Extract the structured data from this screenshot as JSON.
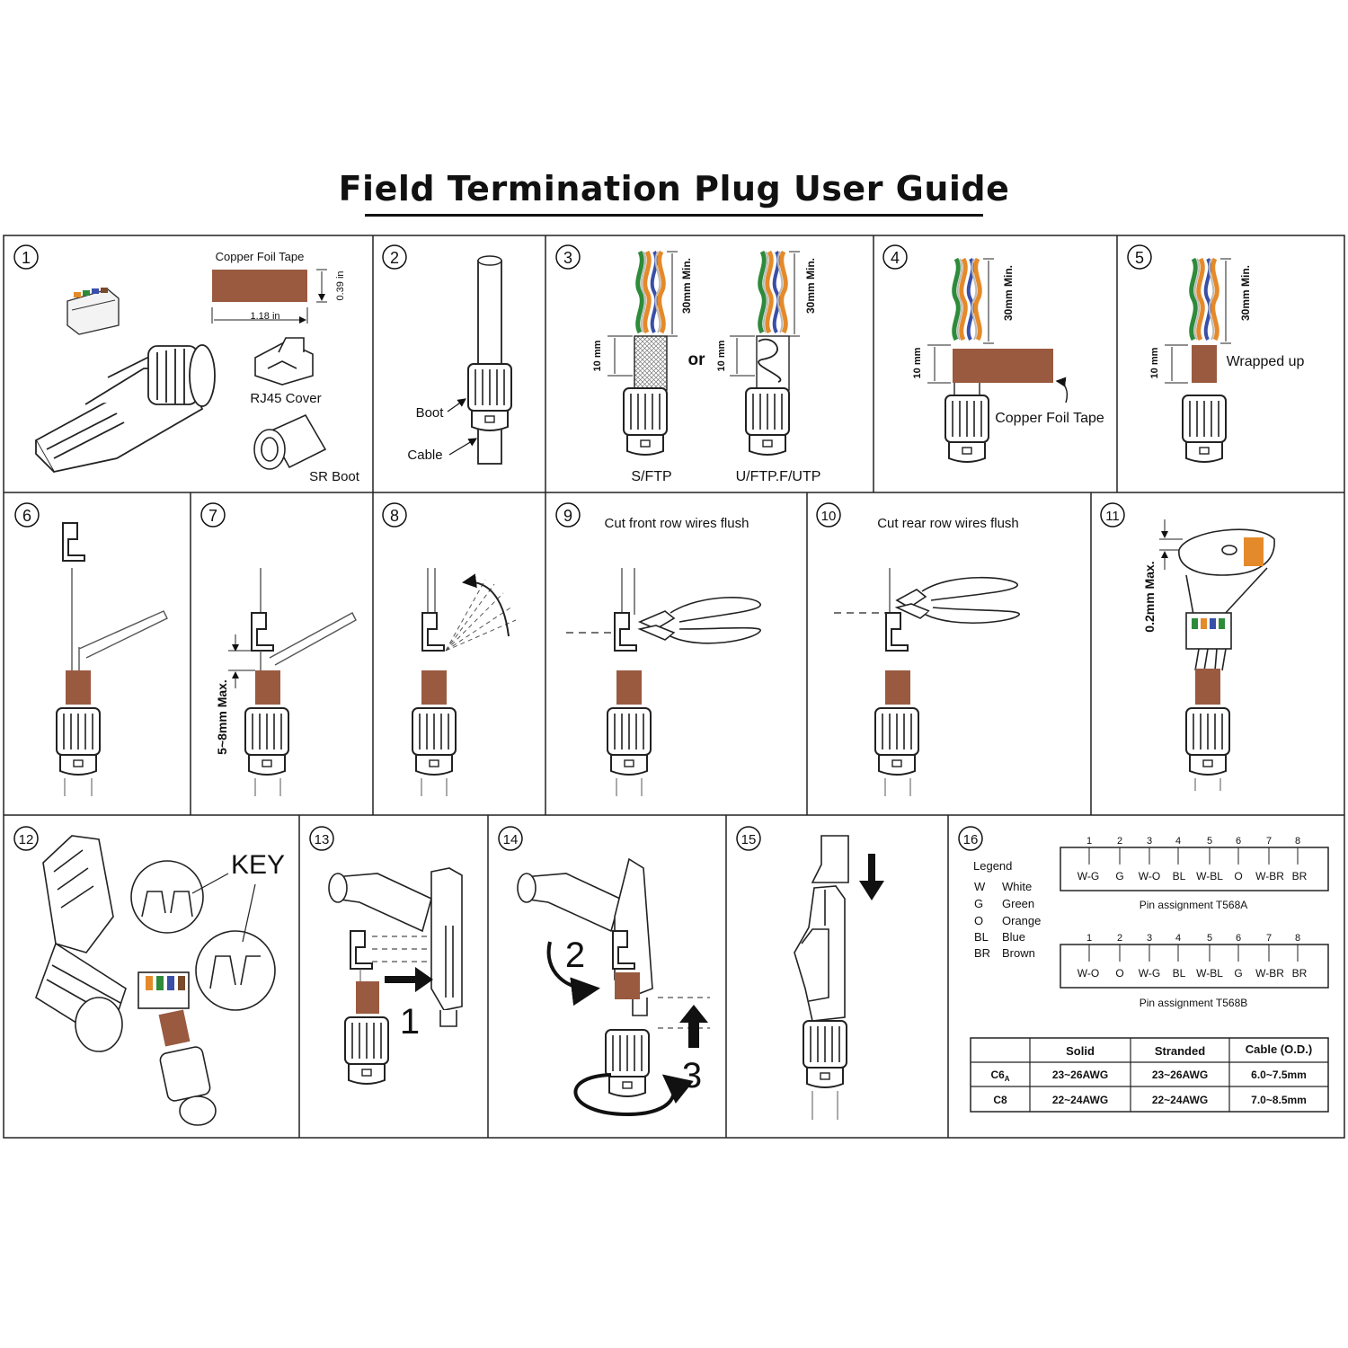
{
  "title": "Field Termination Plug User Guide",
  "colors": {
    "foil_tape": "#9a5a40",
    "orange": "#e58a2a",
    "green": "#2e8b3a",
    "blue": "#3a4fa8",
    "brown": "#7a4a2a"
  },
  "panels": {
    "p1": {
      "num": "1",
      "tape_label": "Copper Foil Tape",
      "tape_height": "0.39 in",
      "tape_width": "1.18 in",
      "cover": "RJ45 Cover",
      "boot": "SR Boot"
    },
    "p2": {
      "num": "2",
      "boot": "Boot",
      "cable": "Cable"
    },
    "p3": {
      "num": "3",
      "min": "30mm Min.",
      "ten": "10 mm",
      "or": "or",
      "sftp": "S/FTP",
      "uftp": "U/FTP.F/UTP"
    },
    "p4": {
      "num": "4",
      "min": "30mm Min.",
      "ten": "10 mm",
      "tape": "Copper Foil Tape"
    },
    "p5": {
      "num": "5",
      "min": "30mm Min.",
      "ten": "10 mm",
      "wrapped": "Wrapped  up"
    },
    "p6": {
      "num": "6"
    },
    "p7": {
      "num": "7",
      "max": "5~8mm Max."
    },
    "p8": {
      "num": "8"
    },
    "p9": {
      "num": "9",
      "caption": "Cut front row wires flush"
    },
    "p10": {
      "num": "10",
      "caption": "Cut rear row wires flush"
    },
    "p11": {
      "num": "11",
      "max": "0.2mm Max."
    },
    "p12": {
      "num": "12",
      "key": "KEY"
    },
    "p13": {
      "num": "13",
      "step1": "1"
    },
    "p14": {
      "num": "14",
      "step2": "2",
      "step3": "3"
    },
    "p15": {
      "num": "15"
    },
    "p16": {
      "num": "16",
      "legend_title": "Legend",
      "legend": [
        {
          "code": "W",
          "name": "White"
        },
        {
          "code": "G",
          "name": "Green"
        },
        {
          "code": "O",
          "name": "Orange"
        },
        {
          "code": "BL",
          "name": "Blue"
        },
        {
          "code": "BR",
          "name": "Brown"
        }
      ],
      "pin_numbers": [
        "1",
        "2",
        "3",
        "4",
        "5",
        "6",
        "7",
        "8"
      ],
      "t568a": {
        "pins": [
          "W-G",
          "G",
          "W-O",
          "BL",
          "W-BL",
          "O",
          "W-BR",
          "BR"
        ],
        "caption": "Pin assignment T568A"
      },
      "t568b": {
        "pins": [
          "W-O",
          "O",
          "W-G",
          "BL",
          "W-BL",
          "G",
          "W-BR",
          "BR"
        ],
        "caption": "Pin assignment T568B"
      },
      "table": {
        "headers": [
          "",
          "Solid",
          "Stranded",
          "Cable (O.D.)"
        ],
        "rows": [
          {
            "cat": "C6",
            "cat_sub": "A",
            "solid": "23~26AWG",
            "stranded": "23~26AWG",
            "cable": "6.0~7.5mm"
          },
          {
            "cat": "C8",
            "cat_sub": "",
            "solid": "22~24AWG",
            "stranded": "22~24AWG",
            "cable": "7.0~8.5mm"
          }
        ]
      }
    }
  }
}
